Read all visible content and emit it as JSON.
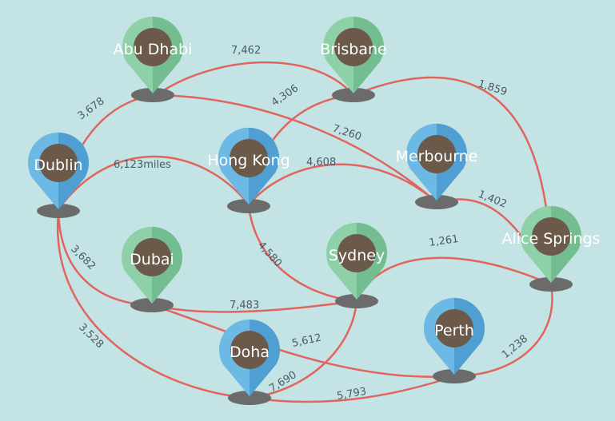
{
  "colors": {
    "background": "#c3e3e4",
    "edge": "#e0655f",
    "pin_green_light": "#8ed1a9",
    "pin_green_dark": "#74bd90",
    "pin_blue_light": "#6cb9e6",
    "pin_blue_dark": "#4f9fd2",
    "pin_core": "#6b5a4a",
    "pin_shadow": "#6b6b6b",
    "label": "#ffffff",
    "edge_label": "#4d5a63"
  },
  "nodes": [
    {
      "id": "abu-dhabi",
      "label": "Abu Dhabi",
      "style": "green"
    },
    {
      "id": "brisbane",
      "label": "Brisbane",
      "style": "green"
    },
    {
      "id": "dublin",
      "label": "Dublin",
      "style": "blue"
    },
    {
      "id": "hong-kong",
      "label": "Hong Kong",
      "style": "blue"
    },
    {
      "id": "merbourne",
      "label": "Merbourne",
      "style": "blue"
    },
    {
      "id": "alice-springs",
      "label": "Alice Springs",
      "style": "green"
    },
    {
      "id": "dubai",
      "label": "Dubai",
      "style": "green"
    },
    {
      "id": "sydney",
      "label": "Sydney",
      "style": "green"
    },
    {
      "id": "doha",
      "label": "Doha",
      "style": "blue"
    },
    {
      "id": "perth",
      "label": "Perth",
      "style": "blue"
    }
  ],
  "edges": [
    {
      "from": "abu-dhabi",
      "to": "brisbane",
      "label": "7,462"
    },
    {
      "from": "dublin",
      "to": "abu-dhabi",
      "label": "3,678"
    },
    {
      "from": "hong-kong",
      "to": "brisbane",
      "label": "4,306"
    },
    {
      "from": "brisbane",
      "to": "alice-springs",
      "label": "1,859"
    },
    {
      "from": "abu-dhabi",
      "to": "merbourne",
      "label": "7,260"
    },
    {
      "from": "dublin",
      "to": "hong-kong",
      "label": "6,123miles"
    },
    {
      "from": "hong-kong",
      "to": "merbourne",
      "label": "4,608"
    },
    {
      "from": "merbourne",
      "to": "alice-springs",
      "label": "1,402"
    },
    {
      "from": "dublin",
      "to": "dubai",
      "label": "3,682"
    },
    {
      "from": "hong-kong",
      "to": "sydney",
      "label": "4,580"
    },
    {
      "from": "sydney",
      "to": "alice-springs",
      "label": "1,261"
    },
    {
      "from": "dubai",
      "to": "sydney",
      "label": "7,483"
    },
    {
      "from": "dublin",
      "to": "doha",
      "label": "3,528"
    },
    {
      "from": "dubai",
      "to": "perth",
      "label": "5,612"
    },
    {
      "from": "sydney",
      "to": "doha",
      "label": "7,690"
    },
    {
      "from": "doha",
      "to": "perth",
      "label": "5,793"
    },
    {
      "from": "alice-springs",
      "to": "perth",
      "label": "1,238"
    }
  ]
}
